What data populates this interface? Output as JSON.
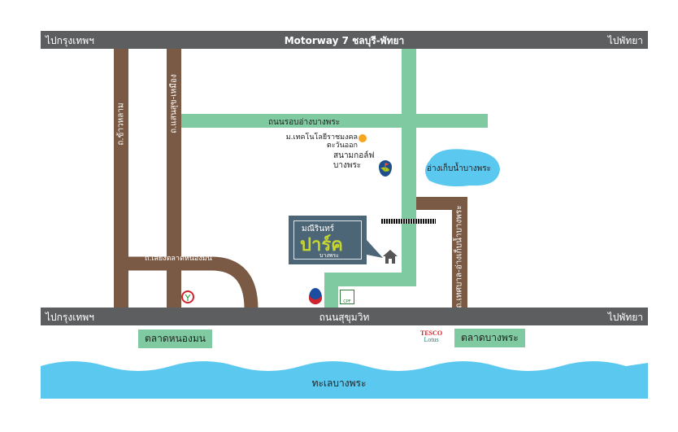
{
  "top_road": {
    "left": "ไปกรุงเทพฯ",
    "center": "Motorway 7 ชลบุรี-พัทยา",
    "right": "ไปพัทยา"
  },
  "bottom_road": {
    "left": "ไปกรุงเทพฯ",
    "center": "ถนนสุขุมวิท",
    "right": "ไปพัทยา"
  },
  "roads": {
    "khao_lam": "ถ.ข้าวหลาม",
    "saensuk": "ถ.แสนสุข-เหมือง",
    "bypass": "ถ.เลี่ยงตลาดหนองมน",
    "ring": "ถนนรอบอ่างบางพระ",
    "tessaban": "ถ.เทศบาล-อ่างเก็บน้ำบางพระ"
  },
  "places": {
    "university_line1": "ม.เทคโนโลยีราชมงคล",
    "university_line2": "ตะวันออก",
    "golf_line1": "สนามกอล์ฟ",
    "golf_line2": "บางพระ",
    "reservoir": "อ่างเก็บน้ำบางพระ",
    "market_nongmon": "ตลาดหนองมน",
    "market_bangphra": "ตลาดบางพระ",
    "sea": "ทะเลบางพระ",
    "tesco_1": "TESCO",
    "tesco_2": "Lotus",
    "cpf": "CPF"
  },
  "project": {
    "line1": "มณีรินทร์",
    "line2": "ปาร์ค",
    "line3": "บางพระ"
  },
  "colors": {
    "road_main": "#5d5e60",
    "road_brown": "#7a5a44",
    "road_green": "#7fcaa0",
    "water": "#5bc8f0",
    "project_box": "#4c6577",
    "project_accent": "#c5d630"
  }
}
